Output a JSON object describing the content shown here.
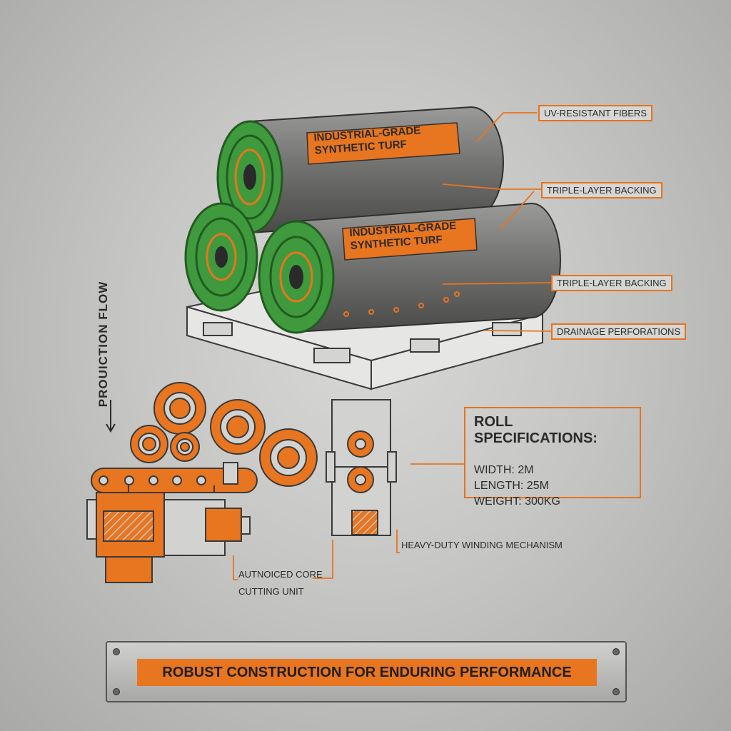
{
  "rolls": {
    "top_label": "INDUSTRIAL-GRADE SYNTHETIC TURF",
    "front_label": "INDUSTRIAL-GRADE SYNTHETIC TURF"
  },
  "callouts": {
    "uv": "UV-RESISTANT FIBERS",
    "backing_1": "TRIPLE-LAYER BACKING",
    "backing_2": "TRIPLE-LAYER BACKING",
    "drainage": "DRAINAGE PERFORATIONS"
  },
  "flow_label": "PROUICTION FLOW",
  "specs": {
    "title": "ROLL SPECIFICATIONS:",
    "width": "WIDTH: 2M",
    "length": "LENGTH: 25M",
    "weight": "WEIGHT: 300KG"
  },
  "machines": {
    "winding": "HEAVY-DUTY WINDING MECHANISM",
    "cutting_line1": "AUTNOICED CORE",
    "cutting_line2": "CUTTING UNIT"
  },
  "banner": "ROBUST CONSTRUCTION FOR ENDURING PERFORMANCE",
  "colors": {
    "accent": "#e8751f",
    "turf": "#3e9a3c",
    "roll": "#7a7a7a",
    "line": "#3a3a3a"
  }
}
